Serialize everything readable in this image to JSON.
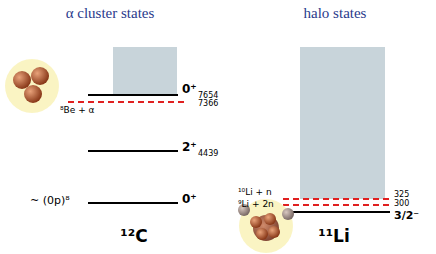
{
  "diagram": {
    "labels": [
      "α cluster states",
      "halo states",
      "0⁺",
      "7654",
      "7366",
      "⁸Be + α",
      "2⁺",
      "4439",
      "~ (0p)⁸",
      "0⁺",
      "¹²C",
      "¹⁰Li + n",
      "⁹Li + 2n",
      "325",
      "300",
      "3/2⁻",
      "¹¹Li"
    ]
  }
}
